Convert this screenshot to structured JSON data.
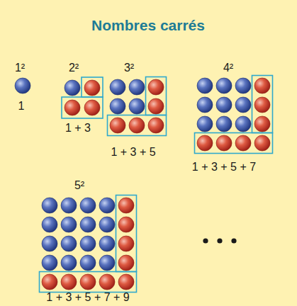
{
  "diagram": {
    "title": "Nombres carrés",
    "labels": [
      "1²",
      "2²",
      "3²",
      "4²",
      "1",
      "1 + 3",
      "1 + 3 + 5",
      "1 + 3 + 5 + 7",
      "5²",
      "1 + 3 + 5 + 7 + 9"
    ]
  }
}
